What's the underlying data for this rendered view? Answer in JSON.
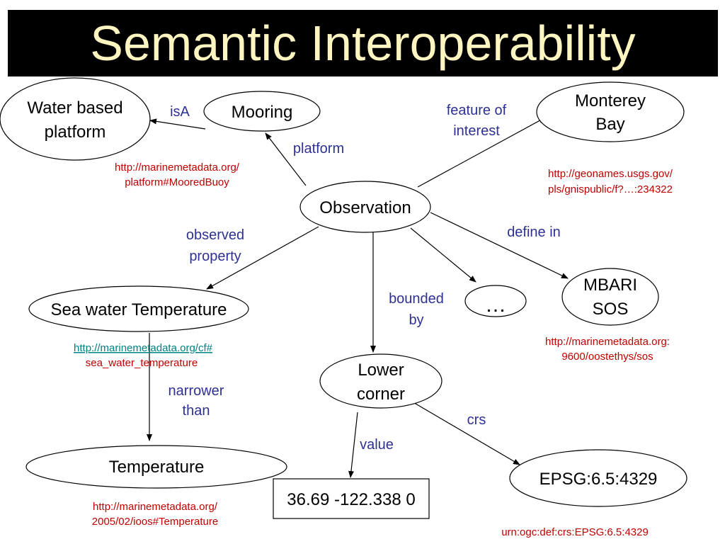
{
  "title": "Semantic Interoperability",
  "colors": {
    "title_bg": "#000000",
    "title_text": "#FFF5C0",
    "edge_label": "#2E3192",
    "uri": "#C00000",
    "link": "#008080"
  },
  "nodes": {
    "water_based_platform": [
      "Water based",
      "platform"
    ],
    "mooring": "Mooring",
    "monterey_bay": [
      "Monterey",
      "Bay"
    ],
    "observation": "Observation",
    "sea_water_temperature": "Sea water Temperature",
    "mbari_sos": [
      "MBARI",
      "SOS"
    ],
    "ellipsis": "…",
    "lower_corner": [
      "Lower",
      "corner"
    ],
    "temperature": "Temperature",
    "epsg": "EPSG:6.5:4329",
    "value_box": "36.69 -122.338 0"
  },
  "edges": {
    "isA": "isA",
    "platform": "platform",
    "feature_of_interest": [
      "feature of",
      "interest"
    ],
    "observed_property": [
      "observed",
      "property"
    ],
    "define_in": "define in",
    "bounded_by": [
      "bounded",
      "by"
    ],
    "narrower_than": [
      "narrower",
      "than"
    ],
    "crs": "crs",
    "value": "value"
  },
  "uris": {
    "mooring": [
      "http://marinemetadata.org/",
      "platform#MooredBuoy"
    ],
    "monterey_bay": [
      "http://geonames.usgs.gov/",
      "pls/gnispublic/f?…:234322"
    ],
    "sea_water_link": "http://marinemetadata.org/cf#",
    "sea_water_rest": "sea_water_temperature",
    "mbari_sos": [
      "http://marinemetadata.org:",
      "9600/oostethys/sos"
    ],
    "temperature": [
      "http://marinemetadata.org/",
      "2005/02/ioos#Temperature"
    ],
    "epsg": "urn:ogc:def:crs:EPSG:6.5:4329"
  }
}
